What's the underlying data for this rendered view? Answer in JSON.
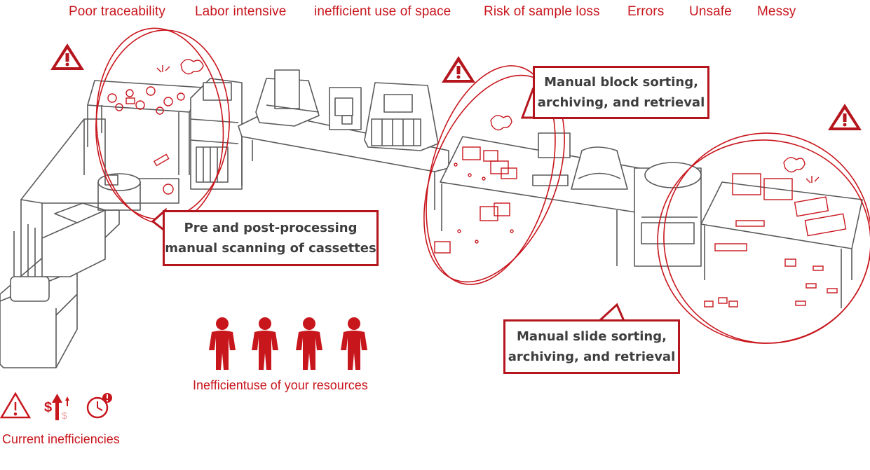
{
  "issues": [
    "Poor traceability",
    "Labor intensive",
    "inefficient use of space",
    "Risk of sample loss",
    "Errors",
    "Unsafe",
    "Messy"
  ],
  "callouts": {
    "scanning": {
      "line1": "Pre and post-processing",
      "line2": "manual scanning of cassettes"
    },
    "block": {
      "line1": "Manual block sorting,",
      "line2": "archiving, and retrieval"
    },
    "slide": {
      "line1": "Manual slide sorting,",
      "line2": "archiving, and retrieval"
    }
  },
  "resources_label": "Inefficientuse of your resources",
  "legend_label": "Current inefficiencies",
  "people_count": 4,
  "colors": {
    "accent": "#c8161d",
    "outline": "#555555",
    "callout_border": "#b5151c"
  },
  "icons": [
    "warning-icon",
    "cost-up-icon",
    "clock-alert-icon",
    "person-icon"
  ]
}
